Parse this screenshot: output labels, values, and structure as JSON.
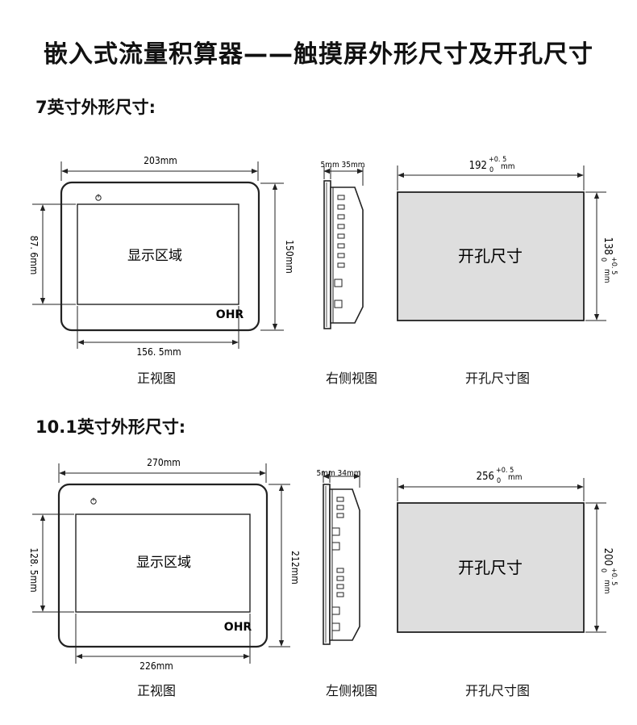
{
  "title": "嵌入式流量积算器——触摸屏外形尺寸及开孔尺寸",
  "sections": [
    {
      "heading": "7英寸外形尺寸:",
      "front": {
        "width_label": "203mm",
        "height_label": "150mm",
        "screen_width_label": "156. 5mm",
        "screen_height_label": "87. 6mm",
        "screen_text": "显示区域",
        "logo": "OHR",
        "caption": "正视图"
      },
      "side": {
        "top_label": "5mm 35mm",
        "caption": "右侧视图"
      },
      "cutout": {
        "width_base": "192",
        "width_tol_upper": "+0. 5",
        "width_tol_lower": "0",
        "width_unit": "mm",
        "height_base": "138",
        "height_tol_upper": "+0. 5",
        "height_tol_lower": "0",
        "height_unit": "mm",
        "center_text": "开孔尺寸",
        "caption": "开孔尺寸图"
      }
    },
    {
      "heading": "10.1英寸外形尺寸:",
      "front": {
        "width_label": "270mm",
        "height_label": "212mm",
        "screen_width_label": "226mm",
        "screen_height_label": "128. 5mm",
        "screen_text": "显示区域",
        "logo": "OHR",
        "caption": "正视图"
      },
      "side": {
        "top_label": "5mm 34mm",
        "caption": "左侧视图"
      },
      "cutout": {
        "width_base": "256",
        "width_tol_upper": "+0. 5",
        "width_tol_lower": "0",
        "width_unit": "mm",
        "height_base": "200",
        "height_tol_upper": "+0. 5",
        "height_tol_lower": "0",
        "height_unit": "mm",
        "center_text": "开孔尺寸",
        "caption": "开孔尺寸图"
      }
    }
  ],
  "colors": {
    "cutout_fill": "#dedede",
    "line": "#222222"
  }
}
